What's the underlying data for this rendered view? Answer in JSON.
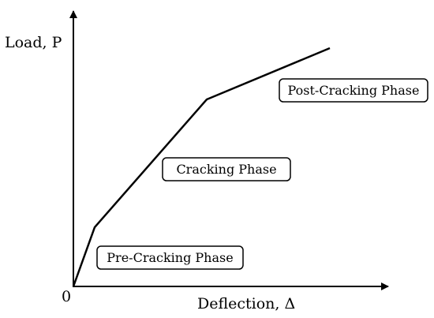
{
  "axes": {
    "y_label": "Load, P",
    "x_label": "Deflection, Δ",
    "origin_label": "0"
  },
  "phases": {
    "pre_cracking": "Pre-Cracking Phase",
    "cracking": "Cracking Phase",
    "post_cracking": "Post-Cracking Phase"
  },
  "colors": {
    "line": "#000000",
    "background": "#ffffff"
  }
}
